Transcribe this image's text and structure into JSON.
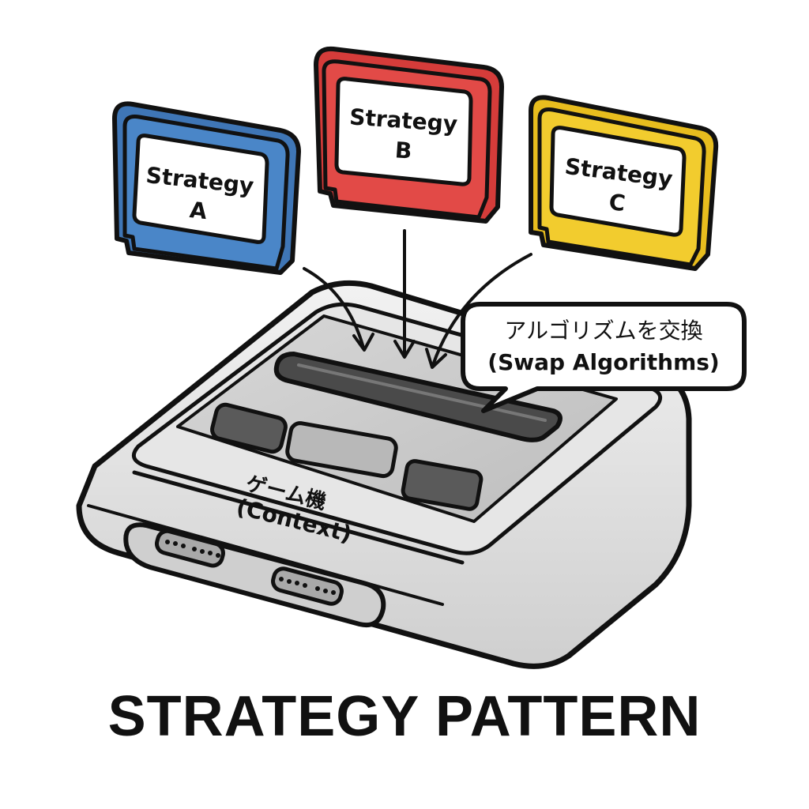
{
  "title": "STRATEGY PATTERN",
  "cartridges": [
    {
      "line1": "Strategy",
      "line2": "A",
      "color": "#4a86c8"
    },
    {
      "line1": "Strategy",
      "line2": "B",
      "color": "#e24a47"
    },
    {
      "line1": "Strategy",
      "line2": "C",
      "color": "#f2cc2e"
    }
  ],
  "speech_bubble": {
    "line1": "アルゴリズムを交換",
    "line2": "(Swap Algorithms)"
  },
  "console": {
    "line1": "ゲーム機",
    "line2": "(Context)"
  }
}
